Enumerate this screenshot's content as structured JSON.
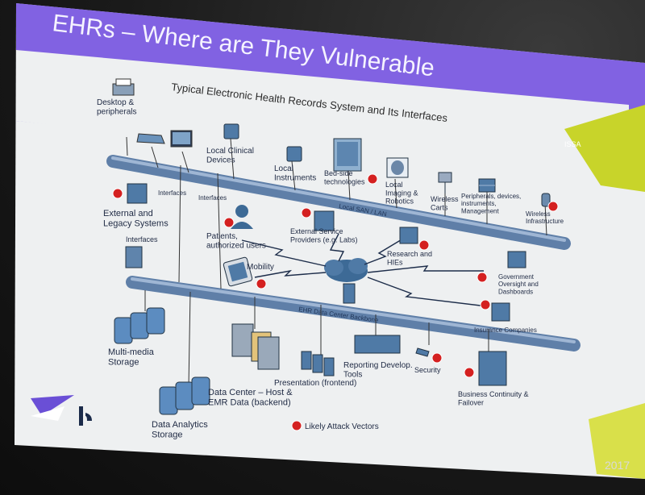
{
  "slide": {
    "title": "EHRs – Where are They Vulnerable",
    "subtitle": "Typical Electronic Health Records System and Its Interfaces",
    "footer_year": "2017",
    "corner_tag": "ISSA"
  },
  "labels": {
    "desktop": [
      "Desktop &",
      "peripherals"
    ],
    "local_clinical": [
      "Local Clinical",
      "Devices"
    ],
    "local_instruments": [
      "Local",
      "Instruments"
    ],
    "bedside": [
      "Bed-side",
      "technologies"
    ],
    "imaging": [
      "Local",
      "Imaging &",
      "Robotics"
    ],
    "wireless_carts": [
      "Wireless",
      "Carts"
    ],
    "peripherals": [
      "Peripherals, devices,",
      "instruments,",
      "Management"
    ],
    "wireless_infra": [
      "Wireless",
      "Infrastructure"
    ],
    "external_legacy": [
      "External and",
      "Legacy Systems"
    ],
    "interfaces_top_a": "Interfaces",
    "interfaces_top_b": "Interfaces",
    "interfaces_left": "Interfaces",
    "local_lan": "Local SAN / LAN",
    "patients": [
      "Patients,",
      "authorized users"
    ],
    "external_service": [
      "External Service",
      "Providers (e.g. Labs)"
    ],
    "research": [
      "Research and",
      "HIEs"
    ],
    "mobility": "Mobility",
    "government": [
      "Government",
      "Oversight and",
      "Dashboards"
    ],
    "backbone": "EHR Data Center Backbone",
    "insurance": "Insurance Companies",
    "multimedia": [
      "Multi-media",
      "Storage"
    ],
    "presentation": "Presentation (frontend)",
    "reporting": [
      "Reporting Develop.",
      "Tools"
    ],
    "security": "Security",
    "business_continuity": [
      "Business Continuity &",
      "Failover"
    ],
    "data_center": [
      "Data Center – Host &",
      "EMR Data (backend)"
    ],
    "data_analytics": [
      "Data Analytics",
      "Storage"
    ],
    "legend": "Likely Attack Vectors"
  },
  "colors": {
    "title_band": "#6a4fd6",
    "bus": "#6d8fb8",
    "warning": "#d42020",
    "device": "#4f7aa6"
  }
}
